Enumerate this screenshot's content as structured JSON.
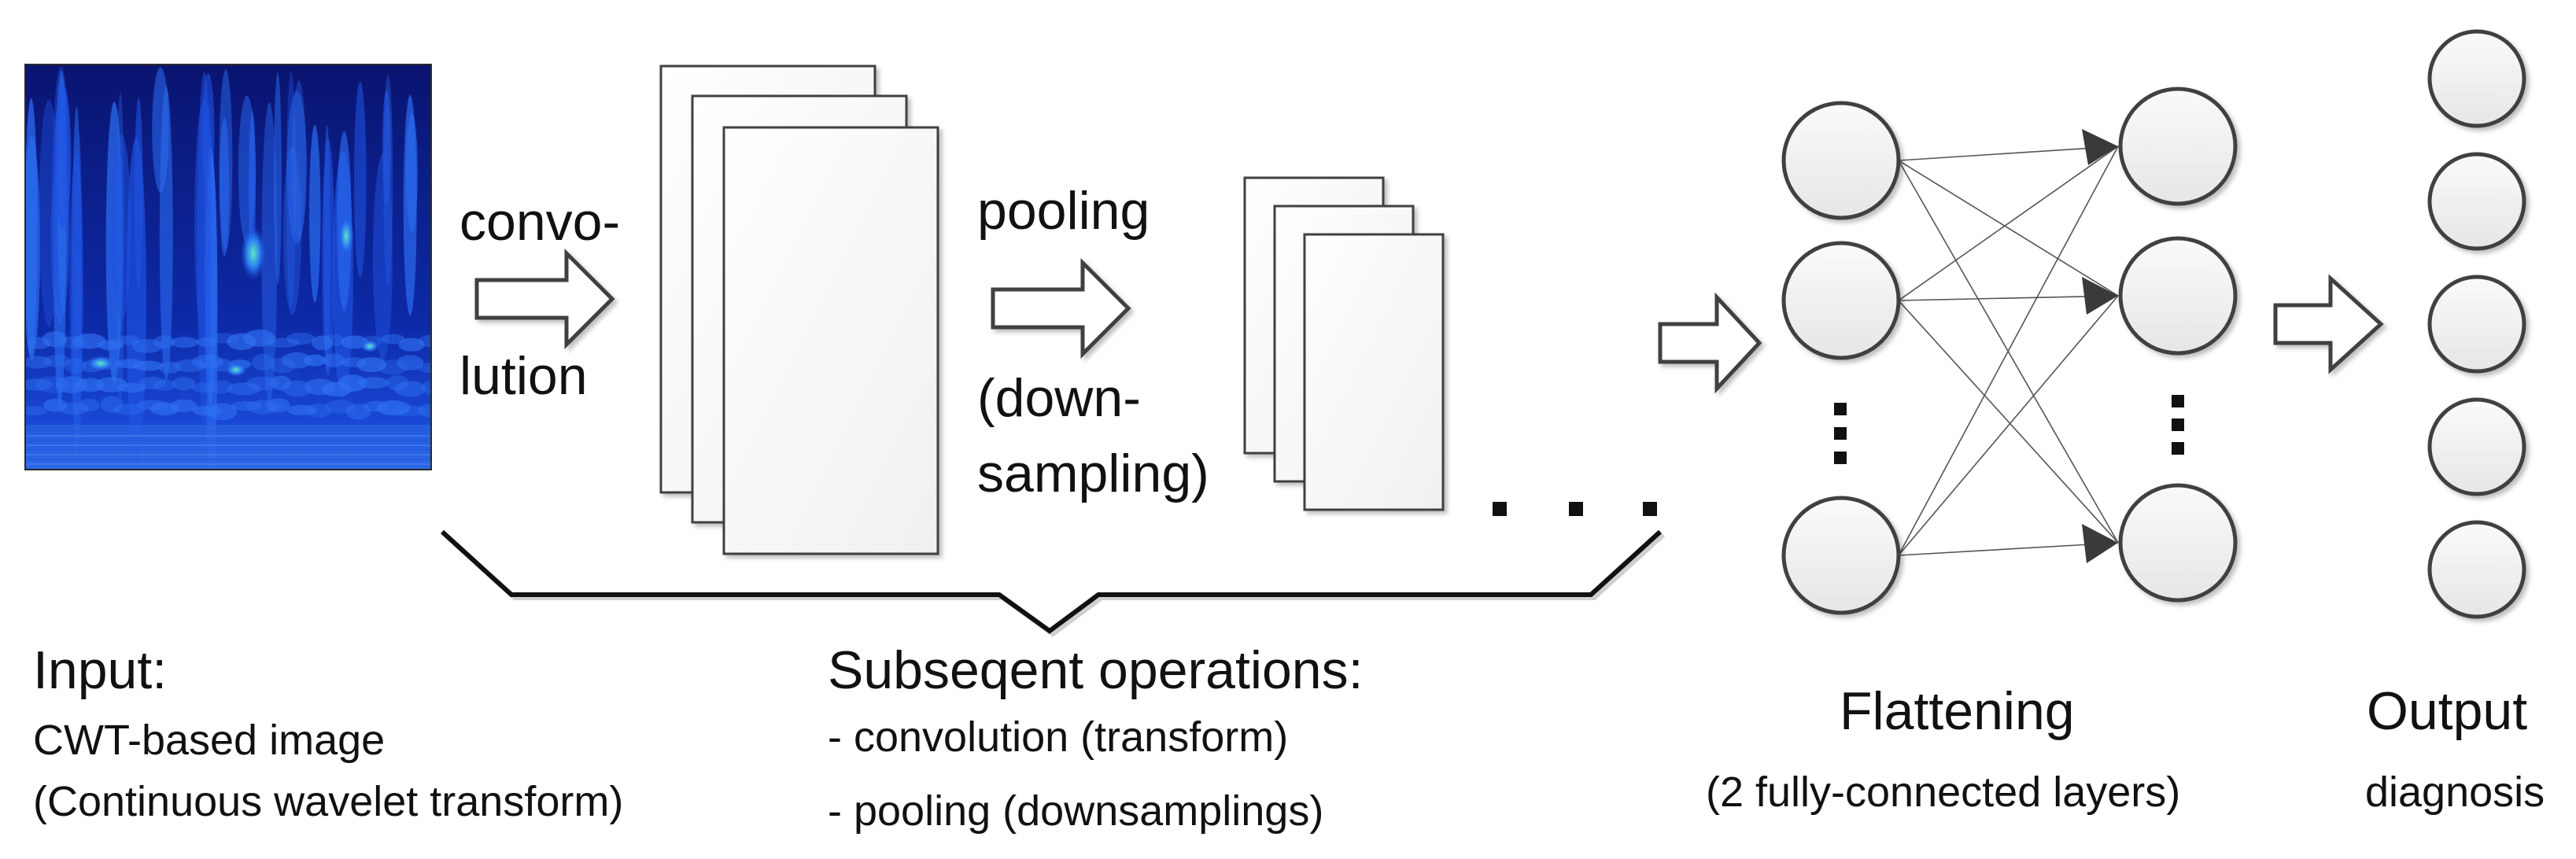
{
  "labels": {
    "convolution_top": "convo-",
    "convolution_bottom": "lution",
    "pooling": "pooling",
    "downsampling_1": "(down-",
    "downsampling_2": "sampling)"
  },
  "captions": {
    "input_title": "Input:",
    "input_line1": "CWT-based image",
    "input_line2": "(Continuous wavelet transform)",
    "ops_title": "Subseqent operations:",
    "ops_line1": "- convolution (transform)",
    "ops_line2": "- pooling (downsamplings)",
    "flatten_title": "Flattening",
    "flatten_sub": "(2 fully-connected layers)",
    "output_title": "Output",
    "output_sub": "diagnosis"
  },
  "colors": {
    "outline": "#404040",
    "node_fill": "#f1f1f1",
    "arrow_fill": "#ffffff",
    "image_dark": "#0a1a8c",
    "image_mid": "#1f52e0",
    "image_light": "#4fd6d0"
  },
  "network": {
    "input_nodes_shown": 3,
    "hidden_nodes_shown": 3,
    "output_nodes": 5
  }
}
